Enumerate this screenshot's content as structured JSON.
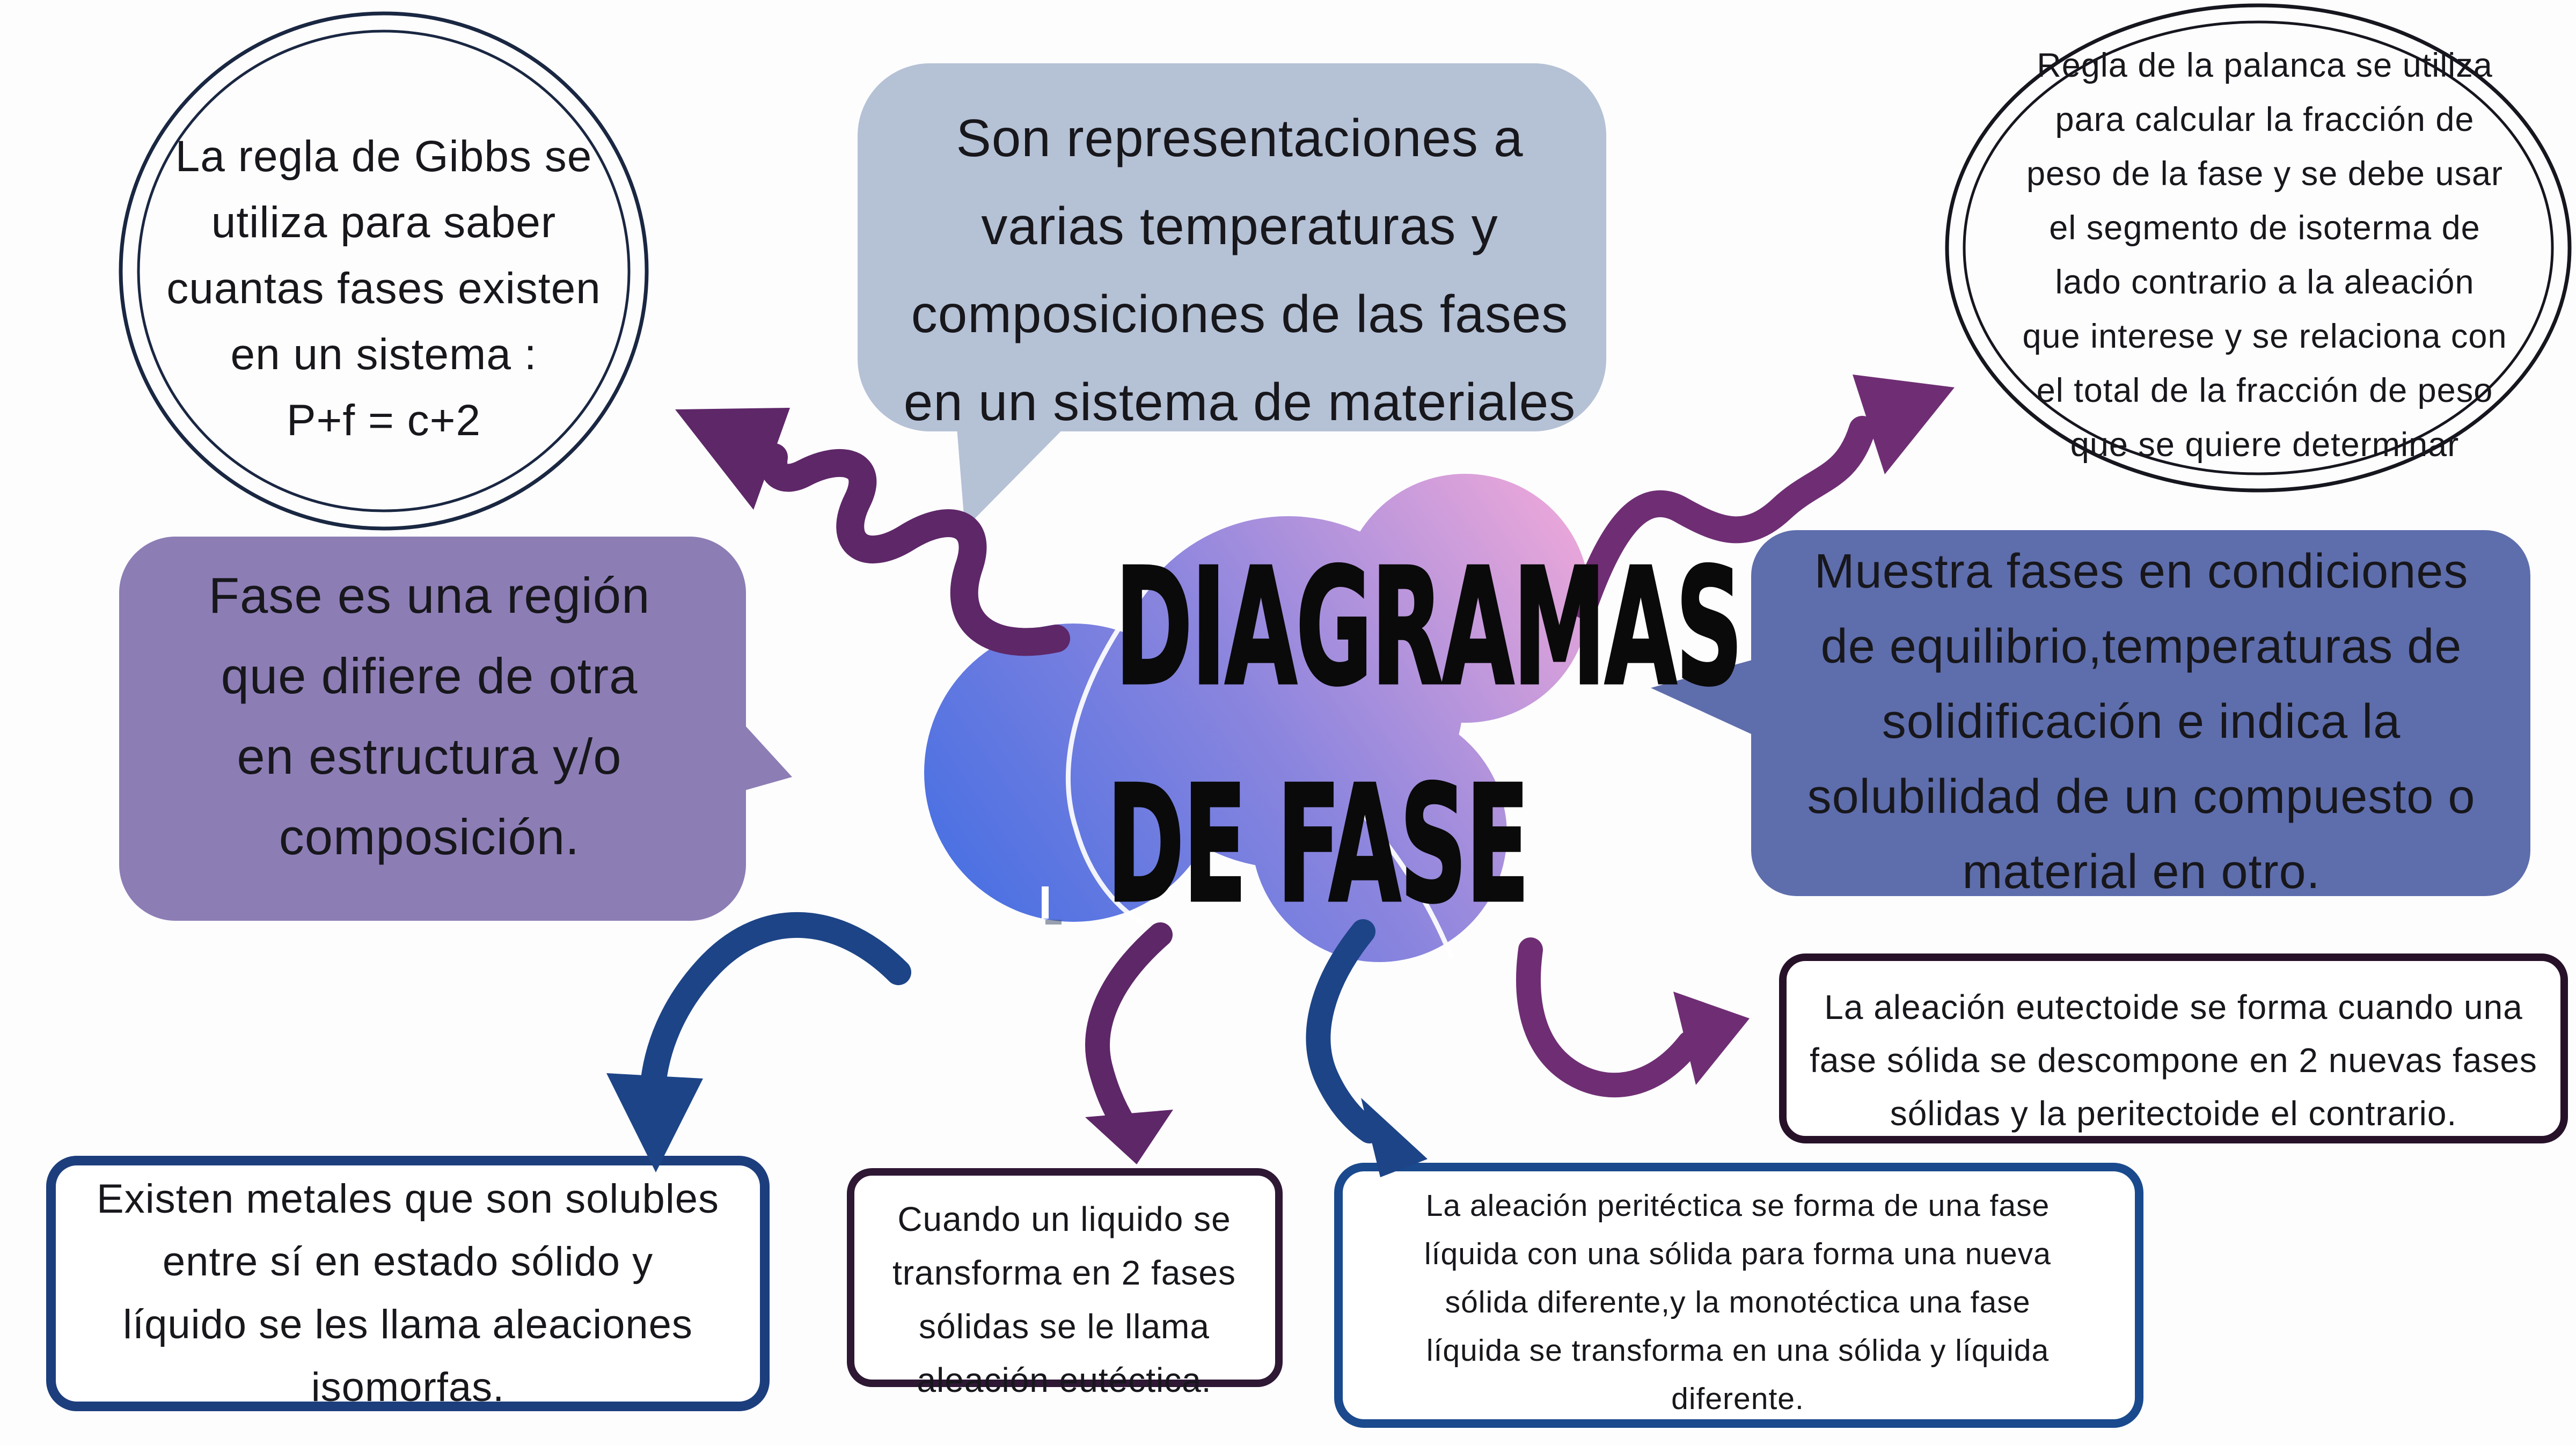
{
  "title": {
    "line1": "DIAGRAMAS",
    "line2": "DE FASE"
  },
  "nodes": {
    "gibbs": {
      "text": "La regla de Gibbs se\nutiliza para saber\ncuantas fases existen\nen un sistema :\nP+f = c+2"
    },
    "representaciones": {
      "text": "Son representaciones a\nvarias temperaturas y\ncomposiciones de las fases\nen un sistema de materiales"
    },
    "palanca": {
      "text": "Regla de la palanca se utiliza\npara calcular la fracción de\npeso de la fase y se debe usar\nel segmento de isoterma de\nlado contrario a la aleación\nque interese y se relaciona con\nel total de la fracción de peso\nque se quiere determinar"
    },
    "fase": {
      "text": "Fase es una región\nque difiere de otra\nen estructura y/o\ncomposición."
    },
    "equilibrio": {
      "text": "Muestra fases en condiciones\nde equilibrio,temperaturas de\nsolidificación e indica la\nsolubilidad de un compuesto o\nmaterial en otro."
    },
    "isomorfas": {
      "text": "Existen metales que son solubles\nentre sí en estado sólido y\nlíquido se les llama aleaciones\nisomorfas."
    },
    "eutectica": {
      "text": "Cuando un liquido se\ntransforma en 2 fases\nsólidas se le llama\naleación eutéctica."
    },
    "peritectica": {
      "text": "La aleación peritéctica se forma de una fase\nlíquida con una sólida para forma una nueva\nsólida diferente,y la monotéctica una fase\nlíquida se transforma en una sólida y líquida\ndiferente."
    },
    "eutectoide": {
      "text": "La aleación eutectoide se forma cuando una\nfase sólida se descompone en 2 nuevas fases\nsólidas y la peritectoide el contrario."
    }
  },
  "colors": {
    "bubble_representaciones": "#b5c1d5",
    "bubble_fase": "#8d7db5",
    "bubble_equilibrio": "#5e6dac",
    "blob_blue": "#3f6de3",
    "blob_mid": "#8b85de",
    "blob_pink": "#f3aad9",
    "outline_gibbs": "#1a2742",
    "outline_palanca": "#16161f",
    "border_isomorfas": "#1d3e7d",
    "border_eutectica": "#2e1834",
    "border_peritectica": "#1a4a8d",
    "border_eutectoide": "#271129",
    "arrow_navy": "#1d4487",
    "arrow_purple_dark": "#5e2768",
    "arrow_purple": "#6f2e74",
    "text": "#17171c"
  }
}
